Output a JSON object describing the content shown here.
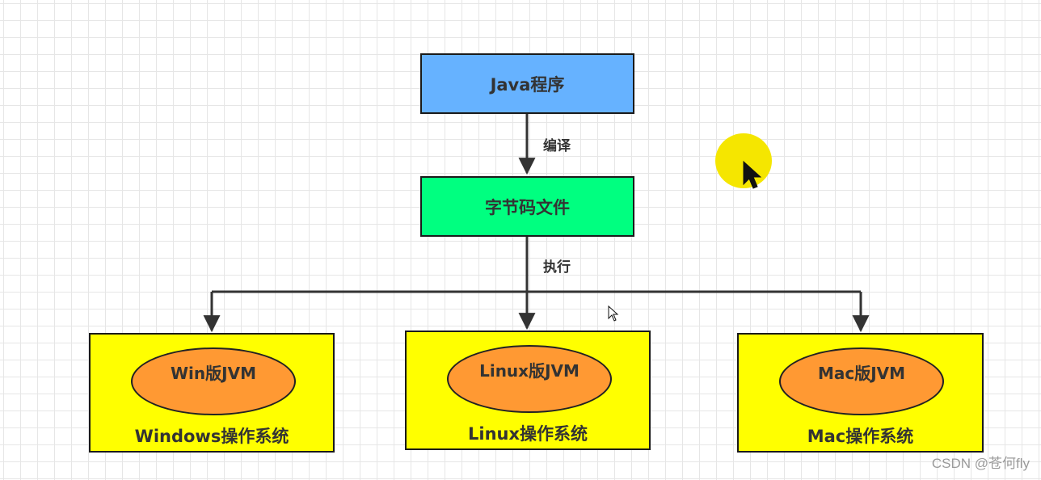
{
  "nodes": {
    "java_program": "Java程序",
    "bytecode_file": "字节码文件"
  },
  "edges": {
    "compile": "编译",
    "execute": "执行"
  },
  "platforms": [
    {
      "jvm": "Win版JVM",
      "os": "Windows操作系统"
    },
    {
      "jvm": "Linux版JVM",
      "os": "Linux操作系统"
    },
    {
      "jvm": "Mac版JVM",
      "os": "Mac操作系统"
    }
  ],
  "watermark": "CSDN @苍何fly",
  "colors": {
    "java_box": "#66b2ff",
    "bytecode_box": "#00ff80",
    "os_box": "#ffff00",
    "jvm_ellipse": "#ff9933",
    "cursor_highlight": "#f5e600",
    "line": "#333333"
  },
  "icons": {
    "pointer": "mouse-pointer-icon",
    "arrow_cursor": "arrow-cursor-icon"
  }
}
